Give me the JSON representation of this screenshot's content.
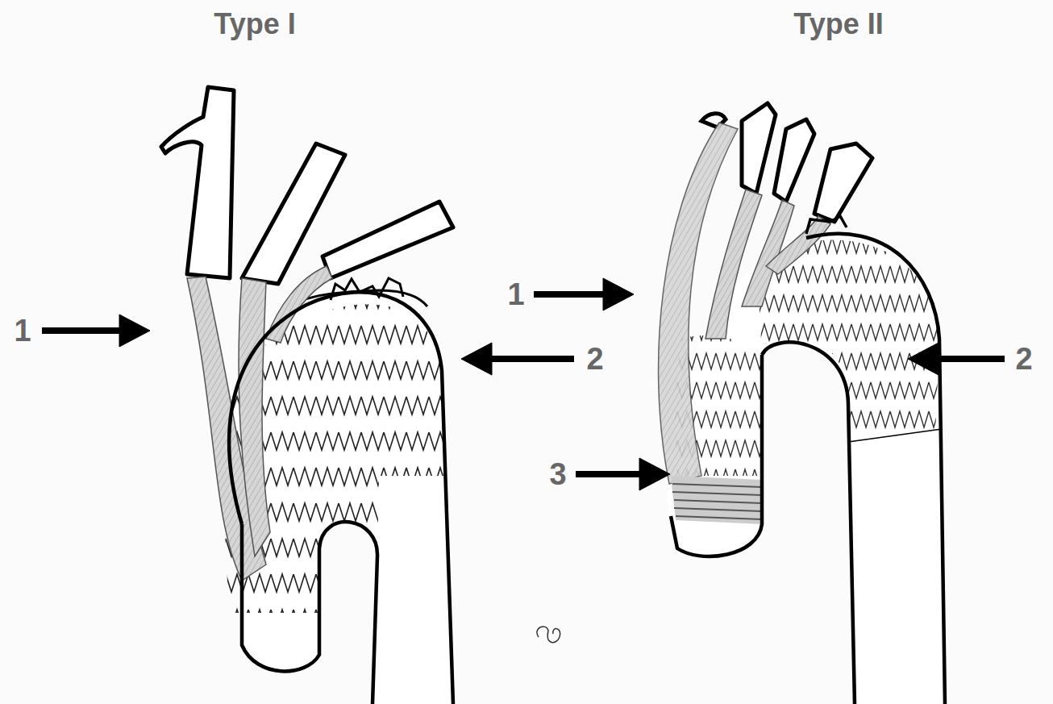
{
  "diagram": {
    "labels": [
      "Type I",
      "Type II",
      "1",
      "2",
      "1",
      "2",
      "3"
    ]
  }
}
